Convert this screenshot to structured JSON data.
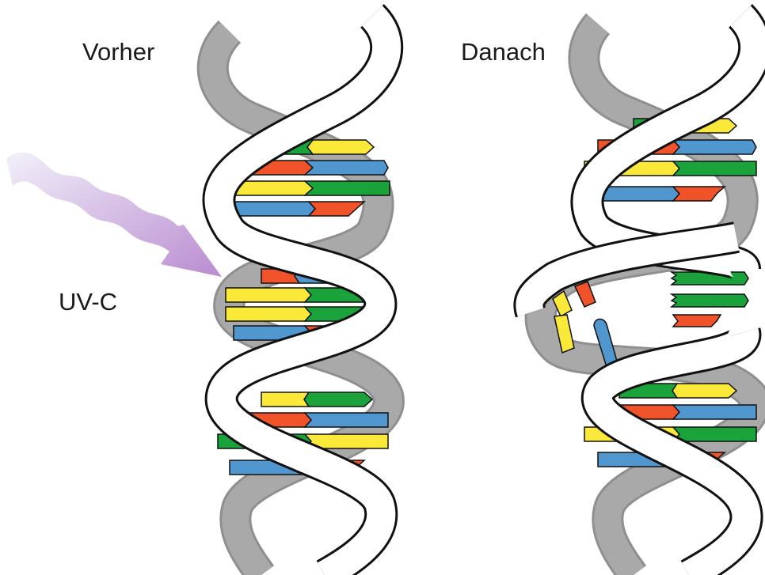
{
  "labels": {
    "before": "Vorher",
    "after": "Danach",
    "radiation": "UV-C"
  },
  "colors": {
    "green": "#1aa33b",
    "yellow": "#fbe93a",
    "orange": "#f0532a",
    "blue": "#4f97ce",
    "backbone_back": "#a8a8a8",
    "backbone_front": "#ffffff",
    "uv_light": "#e9e6f6",
    "uv_dark": "#b98cd0"
  },
  "diagram": {
    "base_pair_colors": [
      "green",
      "yellow",
      "orange",
      "blue"
    ],
    "helices": [
      "intact",
      "damaged"
    ]
  }
}
